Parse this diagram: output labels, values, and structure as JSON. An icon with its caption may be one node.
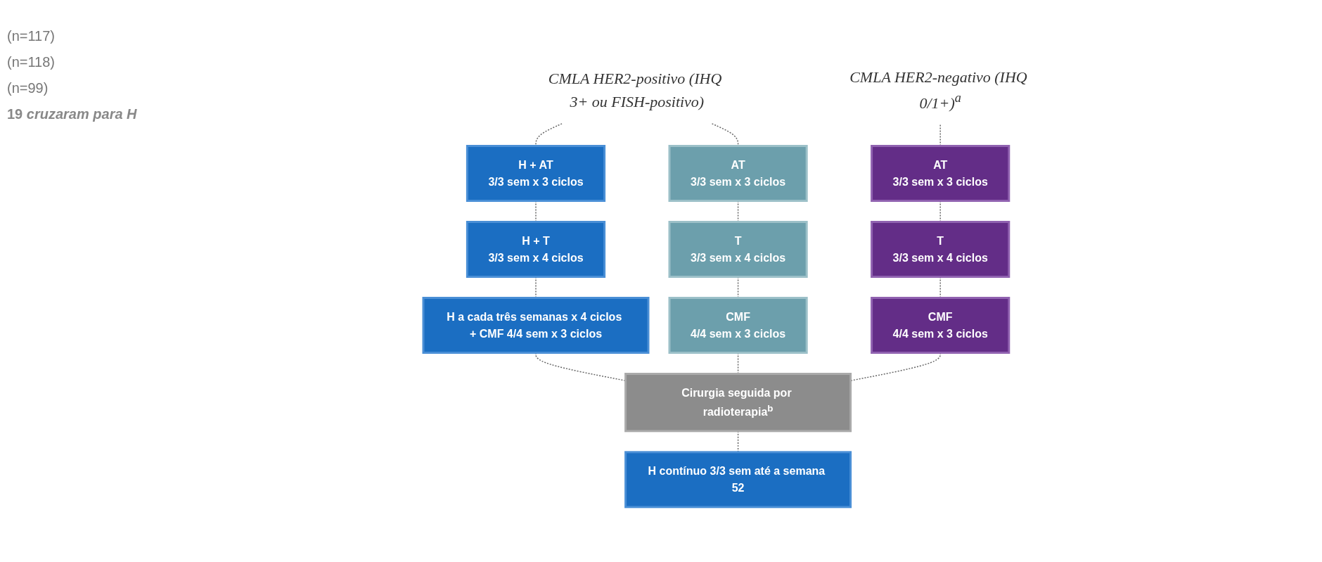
{
  "diagram": {
    "nodes": [
      {
        "text": [
          "CMLA HER2-positivo (IHQ 3+ ou FISH-positivo)"
        ]
      },
      {
        "text": [
          "CMLA HER2-negativo (IHQ 0/1+)$^{a}$"
        ]
      },
      {
        "text": [
          "H + AT",
          "3/3 sem x 3 ciclos"
        ]
      },
      {
        "text": [
          "H + T",
          "3/3 sem x 4 ciclos"
        ]
      },
      {
        "text": [
          "H a cada três semanas x 4 ciclos + CMF 4/4 sem x 3 ciclos"
        ]
      },
      {
        "text": [
          "AT",
          "3/3 sem x 3 ciclos"
        ]
      },
      {
        "text": [
          "T",
          "3/3 sem x 4 ciclos"
        ]
      },
      {
        "text": [
          "CMF",
          "4/4 sem x 3 ciclos"
        ]
      },
      {
        "text": [
          "AT",
          "3/3 sem x 3 ciclos"
        ]
      },
      {
        "text": [
          "T",
          "3/3 sem x 4 ciclos"
        ]
      },
      {
        "text": [
          "CMF",
          "4/4 sem x 3 ciclos"
        ]
      },
      {
        "text": [
          "Cirurgia seguida por radioterapia$^{b}$"
        ]
      },
      {
        "text": [
          "H contínuo 3/3 sem até a semana 52"
        ]
      }
    ],
    "edges": [
      {
        "from": 0,
        "to": 2,
        "arrow": "none",
        "style": "dashed"
      },
      {
        "from": 0,
        "to": 5,
        "arrow": "none",
        "style": "dashed"
      },
      {
        "from": 1,
        "to": 8,
        "arrow": "none",
        "style": "dashed"
      },
      {
        "from": 2,
        "to": 3,
        "arrow": "none",
        "style": "dashed"
      },
      {
        "from": 3,
        "to": 4,
        "arrow": "none",
        "style": "dashed"
      },
      {
        "from": 4,
        "to": 11,
        "arrow": "none",
        "style": "dashed"
      },
      {
        "from": 5,
        "to": 6,
        "arrow": "none",
        "style": "dashed"
      },
      {
        "from": 6,
        "to": 7,
        "arrow": "none",
        "style": "dashed"
      },
      {
        "from": 7,
        "to": 11,
        "arrow": "none",
        "style": "dashed"
      },
      {
        "from": 8,
        "to": 9,
        "arrow": "none",
        "style": "dashed"
      },
      {
        "from": 9,
        "to": 10,
        "arrow": "none",
        "style": "dashed"
      },
      {
        "from": 10,
        "to": 11,
        "arrow": "none",
        "style": "dashed"
      },
      {
        "from": 11,
        "to": 12,
        "arrow": "none",
        "style": "dashed"
      }
    ],
    "labels": [
      "(n=117)",
      "(n=118)",
      "(n=99)",
      "19 *cruzaram para H*"
    ]
  }
}
